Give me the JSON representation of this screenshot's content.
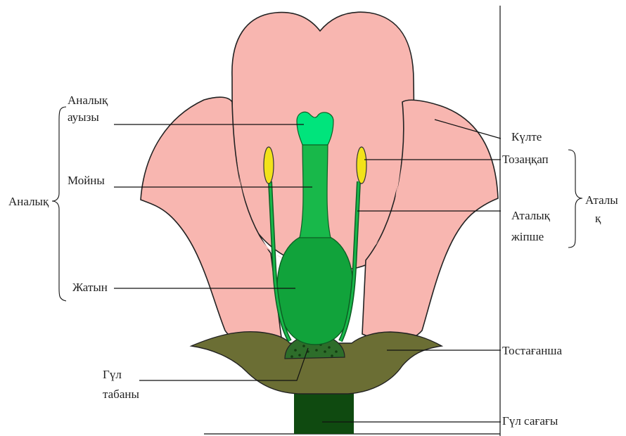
{
  "labels": {
    "stigma_line1": "Аналық",
    "stigma_line2": "ауызы",
    "style": "Мойны",
    "ovary": "Жатын",
    "pistil": "Аналық",
    "receptacle_line1": "Гүл",
    "receptacle_line2": "табаны",
    "corolla": "Күлте",
    "anther": "Тозаңқап",
    "filament_line1": "Аталық",
    "filament_line2": "жіпше",
    "stamen_line1": "Аталы",
    "stamen_line2": "қ",
    "calyx": "Тостағанша",
    "stem": "Гүл сағағы"
  },
  "colors": {
    "petal": "#f8b6b0",
    "pistil": "#11a33b",
    "stigma": "#00e47c",
    "style_light": "#18b84a",
    "anther": "#f2e21a",
    "sepal": "#6b6e34",
    "receptacle": "#2d6d2a",
    "stem": "#0f4a10",
    "line": "#111111"
  }
}
